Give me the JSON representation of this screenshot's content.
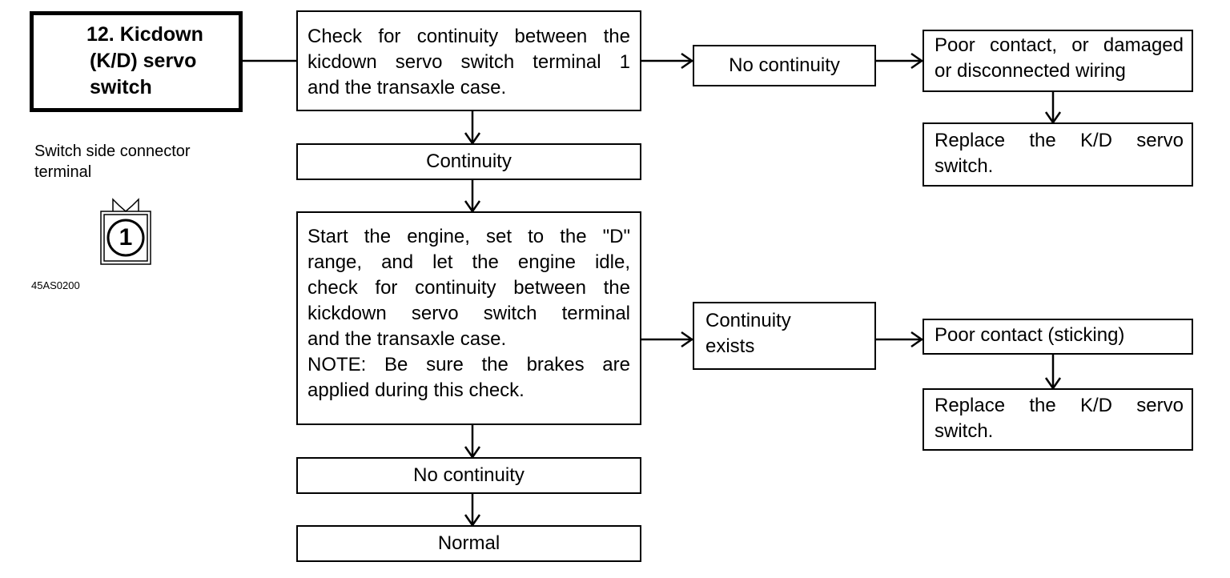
{
  "title_box": {
    "lines": [
      "12. Kicdown",
      "(K/D) servo",
      "switch"
    ]
  },
  "connector_figure": {
    "label_lines": [
      "Switch side connector",
      "terminal"
    ],
    "terminal_number": "1",
    "code": "45AS0200"
  },
  "steps": {
    "check1": {
      "lines": [
        "Check for continuity between the",
        "kicdown servo switch terminal 1",
        "and the transaxle case."
      ]
    },
    "continuity": {
      "text": "Continuity"
    },
    "check2": {
      "lines": [
        "Start the engine, set to the \"D\"",
        "range, and let the engine idle,",
        "check for continuity between the",
        "kickdown servo switch terminal",
        "and the transaxle case."
      ],
      "note_lines": [
        "NOTE: Be sure the brakes are",
        "applied during this check."
      ]
    },
    "no_continuity_2": {
      "text": "No continuity"
    },
    "normal": {
      "text": "Normal"
    }
  },
  "branches": {
    "no_continuity_1": {
      "text": "No continuity"
    },
    "cause1": {
      "lines": [
        "Poor contact, or damaged",
        "or disconnected wiring"
      ]
    },
    "replace1": {
      "lines": [
        "Replace the K/D servo",
        "switch."
      ]
    },
    "continuity_exists": {
      "lines": [
        "Continuity",
        "exists"
      ]
    },
    "cause2": {
      "text": "Poor contact (sticking)"
    },
    "replace2": {
      "lines": [
        "Replace the K/D servo",
        "switch."
      ]
    }
  }
}
